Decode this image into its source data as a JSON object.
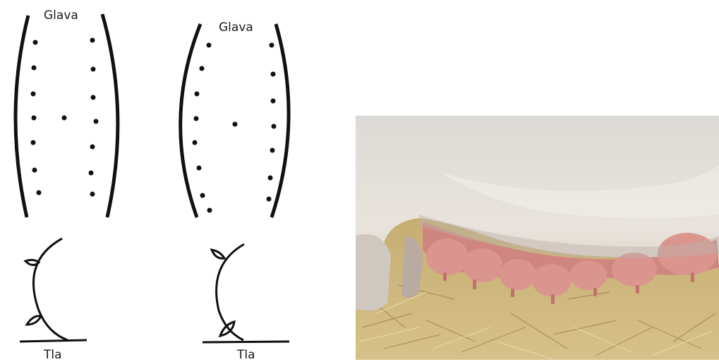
{
  "diagram": {
    "left_panel": {
      "top_label": "Glava",
      "bottom_label": "Tla"
    },
    "right_panel": {
      "top_label": "Glava",
      "bottom_label": "Tla"
    }
  },
  "photo": {
    "subject": "sow-udder-on-straw"
  },
  "colors": {
    "ink": "#111111",
    "hide": "#e6e2dc",
    "udder": "#d98c86",
    "straw": "#c9ad6c"
  }
}
